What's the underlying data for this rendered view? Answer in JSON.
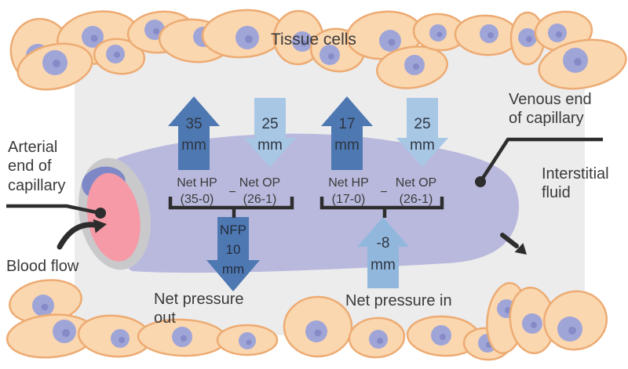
{
  "labels": {
    "tissue_cells": "Tissue cells",
    "arterial_end": "Arterial\nend of\ncapillary",
    "blood_flow": "Blood flow",
    "venous_end": "Venous end\nof capillary",
    "interstitial_fluid": "Interstitial\nfluid",
    "net_pressure_out": "Net pressure\nout",
    "net_pressure_in": "Net pressure in"
  },
  "pressures": {
    "arterial": {
      "hp_arrow_value": "35\nmm",
      "op_arrow_value": "25\nmm",
      "net_hp_label": "Net HP",
      "net_hp_formula": "(35-0)",
      "minus": "−",
      "net_op_label": "Net OP",
      "net_op_formula": "(26-1)",
      "nfp_value": "NFP\n10\nmm"
    },
    "venous": {
      "hp_arrow_value": "17\nmm",
      "op_arrow_value": "25\nmm",
      "net_hp_label": "Net HP",
      "net_hp_formula": "(17-0)",
      "minus": "−",
      "net_op_label": "Net OP",
      "net_op_formula": "(26-1)",
      "nfp_value": "-8\nmm"
    }
  },
  "icons": {
    "hp_up_arrow": "up-arrow-icon",
    "op_down_arrow": "down-arrow-icon",
    "blood_flow_arrow": "curved-arrow-icon",
    "fluid_out_arrow": "small-out-arrow-icon"
  },
  "colors": {
    "dark_arrow": "#4E78B2",
    "light_arrow": "#A7C7E5",
    "medium_arrow": "#92B7DD",
    "capillary": "#B9B9DE",
    "capillary_ring": "#C9C9CC",
    "lumen": "#F59AA6",
    "crescent": "#7F88C6",
    "cell_fill": "#FAD7AF",
    "cell_border": "#EDAB73",
    "nucleus": "#A0A5D8",
    "nucleolus": "#868BC7",
    "interstitial_bg": "#ECECED",
    "line": "#2D2D2D",
    "text": "#3A3A3A"
  }
}
